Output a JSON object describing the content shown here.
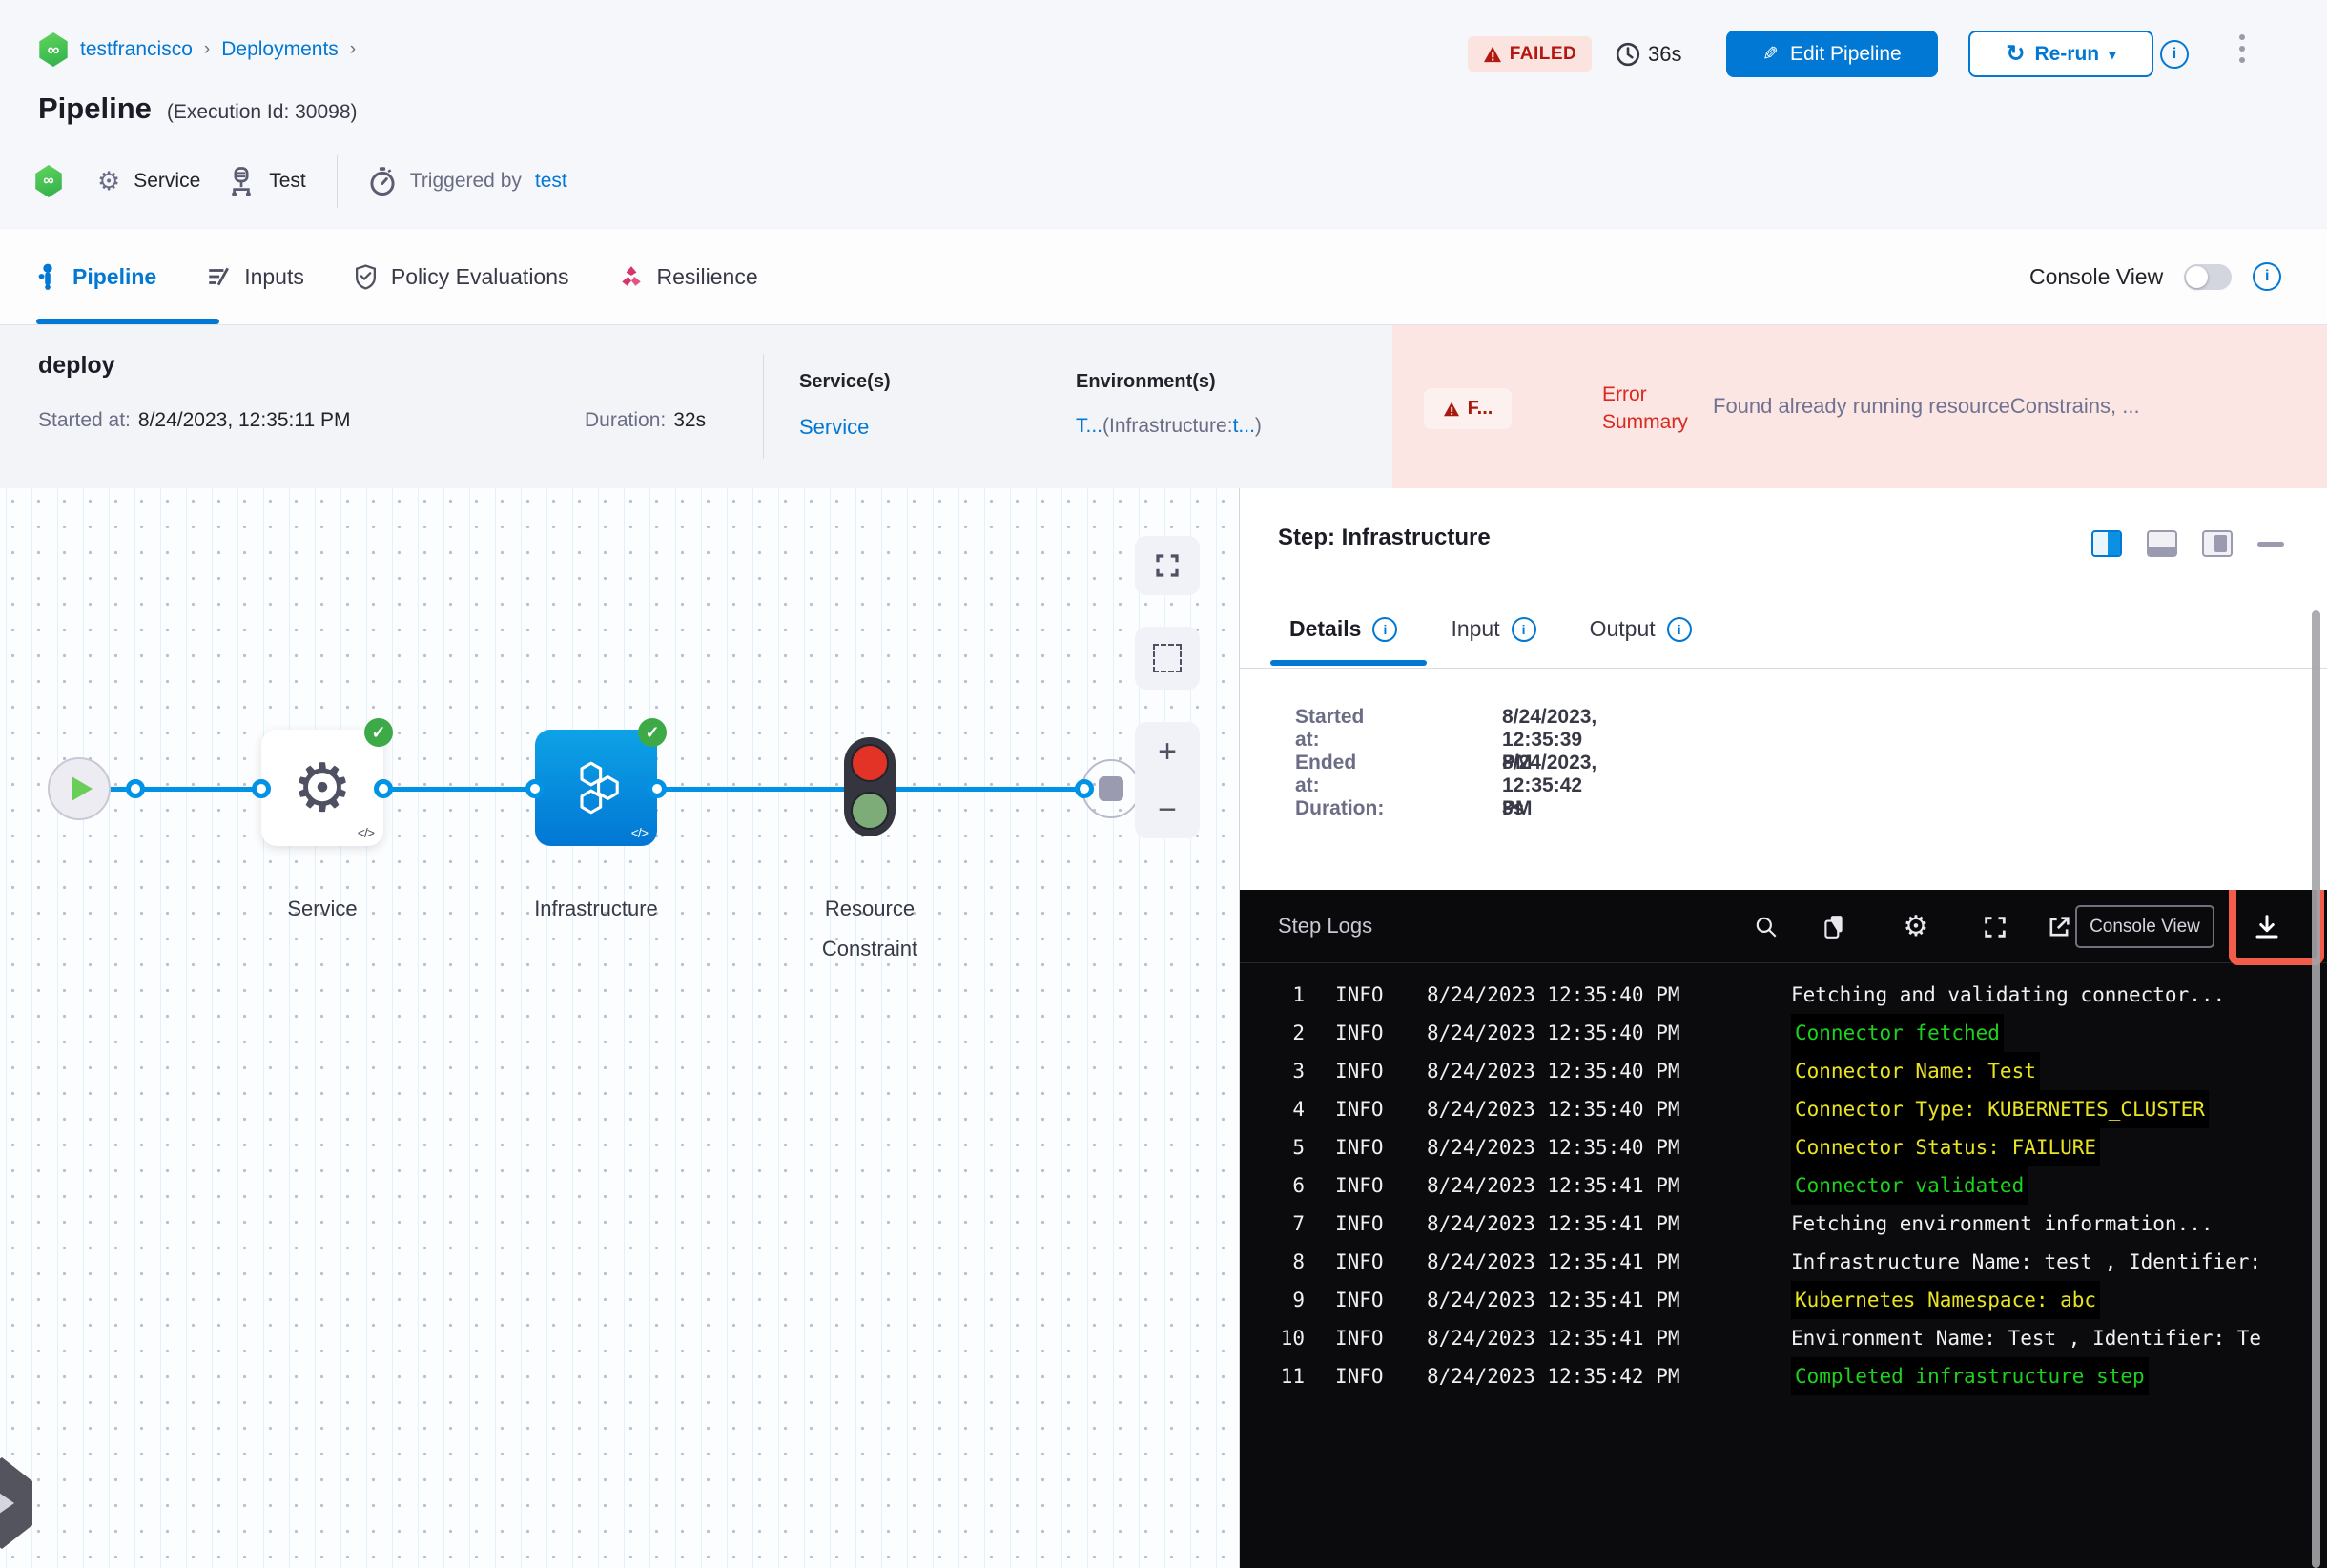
{
  "breadcrumb": {
    "project": "testfrancisco",
    "section": "Deployments"
  },
  "topbar": {
    "status": "FAILED",
    "duration": "36s",
    "edit_label": "Edit Pipeline",
    "rerun_label": "Re-run"
  },
  "title": {
    "main": "Pipeline",
    "execution": "(Execution Id: 30098)"
  },
  "meta": {
    "service": "Service",
    "environment": "Test",
    "triggered_by": "Triggered by",
    "trigger_user": "test"
  },
  "tabs": {
    "pipeline": "Pipeline",
    "inputs": "Inputs",
    "policy": "Policy Evaluations",
    "resilience": "Resilience",
    "console_view": "Console View"
  },
  "stage": {
    "name": "deploy",
    "started_label": "Started at:",
    "started_value": "8/24/2023, 12:35:11 PM",
    "duration_label": "Duration:",
    "duration_value": "32s",
    "services_label": "Service(s)",
    "service_link": "Service",
    "environments_label": "Environment(s)",
    "env_link_1": "T...",
    "env_paren": "(Infrastructure:",
    "env_link_2": "t...",
    "env_close": ")",
    "error_badge": "F...",
    "error_label": "Error Summary",
    "error_message": "Found already running resourceConstrains, ..."
  },
  "graph": {
    "node_service": "Service",
    "node_infrastructure": "Infrastructure",
    "node_rc_line1": "Resource",
    "node_rc_line2": "Constraint",
    "code_glyph": "</>"
  },
  "step_panel": {
    "title": "Step: Infrastructure",
    "tab_details": "Details",
    "tab_input": "Input",
    "tab_output": "Output",
    "details": [
      {
        "label": "Started at:",
        "value": "8/24/2023, 12:35:39 PM"
      },
      {
        "label": "Ended at:",
        "value": "8/24/2023, 12:35:42 PM"
      },
      {
        "label": "Duration:",
        "value": "3s"
      }
    ]
  },
  "logs": {
    "title": "Step Logs",
    "console_button": "Console View",
    "lines": [
      {
        "num": "1",
        "level": "INFO",
        "time": "8/24/2023 12:35:40 PM",
        "message": "Fetching and validating connector...",
        "color": "white"
      },
      {
        "num": "2",
        "level": "INFO",
        "time": "8/24/2023 12:35:40 PM",
        "message": "Connector fetched",
        "color": "green"
      },
      {
        "num": "3",
        "level": "INFO",
        "time": "8/24/2023 12:35:40 PM",
        "message": "Connector Name: Test",
        "color": "yellow"
      },
      {
        "num": "4",
        "level": "INFO",
        "time": "8/24/2023 12:35:40 PM",
        "message": "Connector Type: KUBERNETES_CLUSTER",
        "color": "yellow"
      },
      {
        "num": "5",
        "level": "INFO",
        "time": "8/24/2023 12:35:40 PM",
        "message": "Connector Status: FAILURE",
        "color": "yellow"
      },
      {
        "num": "6",
        "level": "INFO",
        "time": "8/24/2023 12:35:41 PM",
        "message": "Connector validated",
        "color": "green"
      },
      {
        "num": "7",
        "level": "INFO",
        "time": "8/24/2023 12:35:41 PM",
        "message": "Fetching environment information...",
        "color": "white"
      },
      {
        "num": "8",
        "level": "INFO",
        "time": "8/24/2023 12:35:41 PM",
        "message": "Infrastructure Name: test , Identifier:",
        "color": "white"
      },
      {
        "num": "9",
        "level": "INFO",
        "time": "8/24/2023 12:35:41 PM",
        "message": "Kubernetes Namespace: abc",
        "color": "yellow"
      },
      {
        "num": "10",
        "level": "INFO",
        "time": "8/24/2023 12:35:41 PM",
        "message": "Environment Name: Test , Identifier: Te",
        "color": "white"
      },
      {
        "num": "11",
        "level": "INFO",
        "time": "8/24/2023 12:35:42 PM",
        "message": "Completed infrastructure step",
        "color": "green"
      }
    ]
  },
  "colors": {
    "accent": "#0278d5",
    "failed_text": "#b41710",
    "failed_bg": "#fbe3df",
    "error_bar_bg": "#fbe6e3",
    "log_green": "#1dd21d",
    "log_yellow": "#e9e421",
    "annotation_red": "#f25c49",
    "edge_blue": "#0092e4"
  }
}
